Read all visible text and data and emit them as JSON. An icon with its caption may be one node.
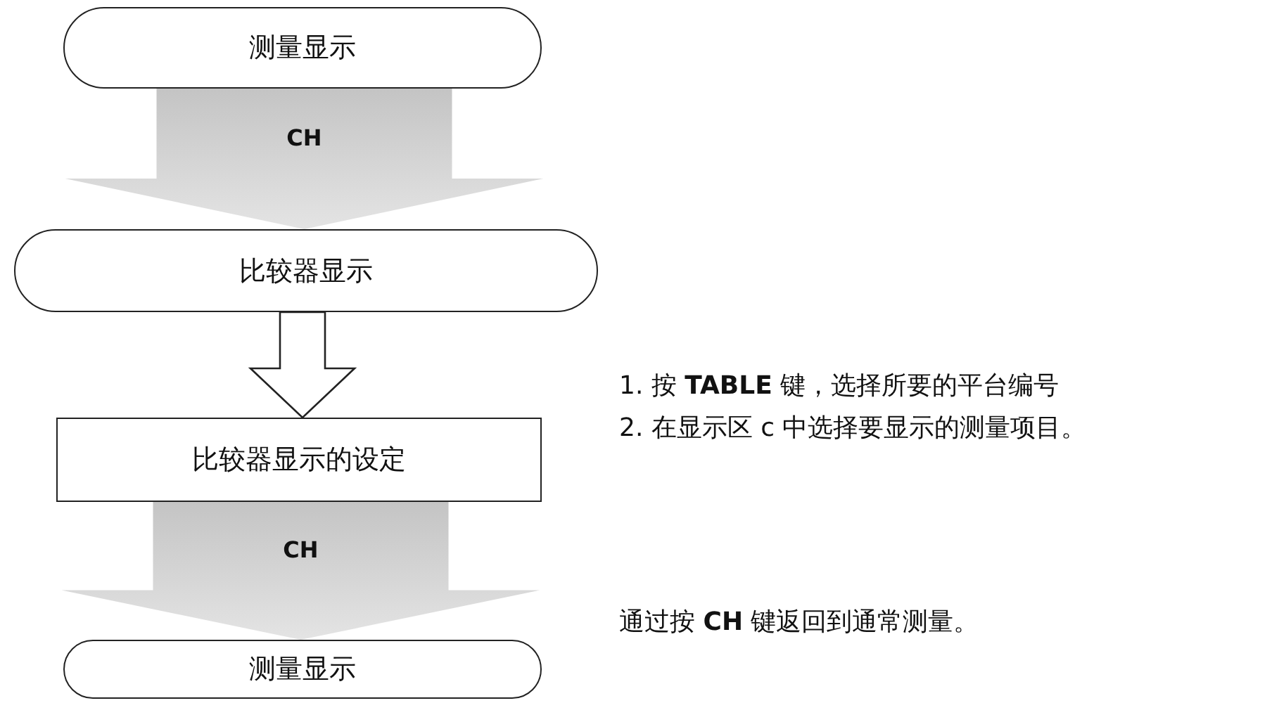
{
  "diagram": {
    "nodes": [
      {
        "text": [
          "测量显示"
        ]
      },
      {
        "text": [
          "比较器显示"
        ]
      },
      {
        "text": [
          "比较器显示的设定"
        ]
      },
      {
        "text": [
          "测量显示"
        ]
      }
    ],
    "edges": [
      {
        "from": 0,
        "to": 1,
        "arrow": "to",
        "label": "CH",
        "style": "thick"
      },
      {
        "from": 1,
        "to": 2,
        "arrow": "to",
        "style": "thick",
        "color": "#ffffff"
      },
      {
        "from": 2,
        "to": 3,
        "arrow": "to",
        "label": "CH",
        "style": "thick"
      }
    ],
    "labels": [
      "1. 按 **TABLE** 键，选择所要的平台编号",
      "2. 在显示区 c 中选择要显示的测量项目。",
      "通过按 **CH** 键返回到通常测量。"
    ]
  }
}
